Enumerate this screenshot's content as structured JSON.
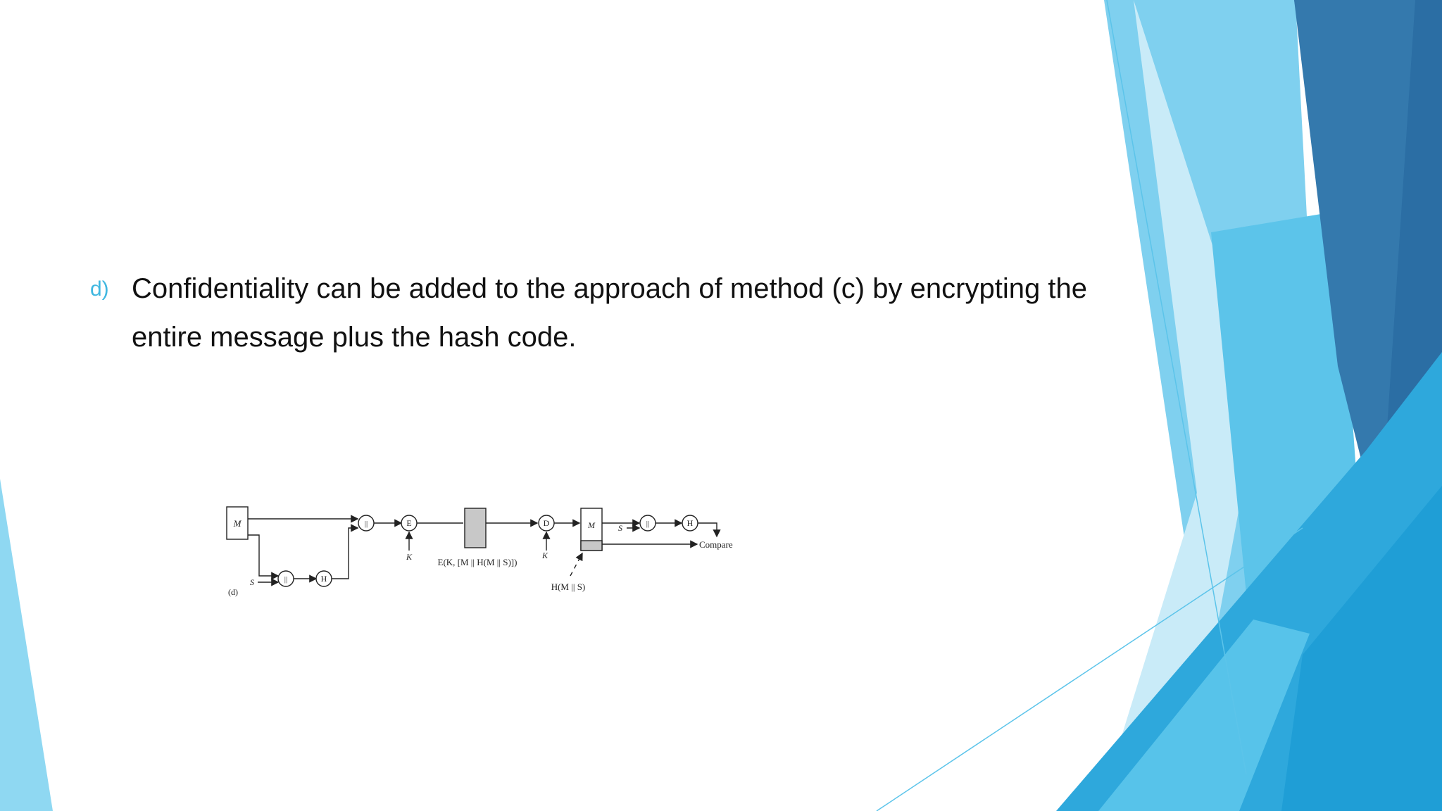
{
  "slide": {
    "bullet_marker": "d)",
    "bullet_text": "Confidentiality can be added to the approach of method (c) by encrypting the entire message plus the hash code."
  },
  "figure": {
    "panel_label": "(d)",
    "labels": {
      "message": "M",
      "secret_sender": "S",
      "concat_1": "||",
      "hash_1": "H",
      "concat_2": "||",
      "encrypt": "E",
      "key_1": "K",
      "ciphertext": "E(K, [M || H(M || S)])",
      "decrypt": "D",
      "key_2": "K",
      "message_received": "M",
      "secret_receiver": "S",
      "concat_3": "||",
      "hash_2": "H",
      "compare": "Compare",
      "received_hash": "H(M || S)"
    }
  },
  "colors": {
    "accent": "#3fb7e0",
    "dark_blue": "#2a6a9e",
    "light_blue": "#7fd0ef",
    "mid_blue": "#3bb3e3"
  }
}
